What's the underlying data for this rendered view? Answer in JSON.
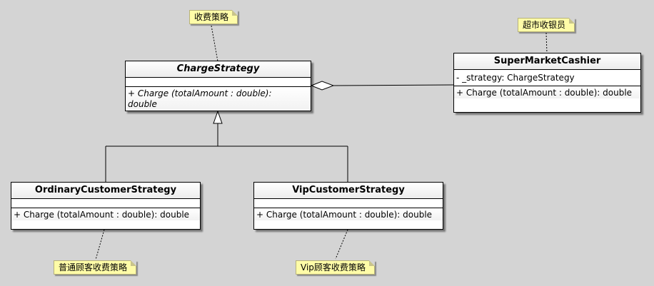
{
  "classes": {
    "charge_strategy": {
      "name": "ChargeStrategy",
      "op_line1": "+ Charge (totalAmount : double):",
      "op_line2": "double"
    },
    "supermarket_cashier": {
      "name": "SuperMarketCashier",
      "attribute": "- _strategy: ChargeStrategy",
      "operation": "+ Charge (totalAmount : double): double"
    },
    "ordinary_customer_strategy": {
      "name": "OrdinaryCustomerStrategy",
      "operation": "+ Charge (totalAmount : double): double"
    },
    "vip_customer_strategy": {
      "name": "VipCustomerStrategy",
      "operation": "+ Charge (totalAmount : double): double"
    }
  },
  "notes": {
    "charge_strategy": "收费策略",
    "supermarket_cashier": "超市收银员",
    "ordinary_customer_strategy": "普通顾客收费策略",
    "vip_customer_strategy": "Vip顾客收费策略"
  },
  "colors": {
    "background": "#d4d4d4",
    "note_fill": "#fffca8",
    "line": "#000000"
  }
}
